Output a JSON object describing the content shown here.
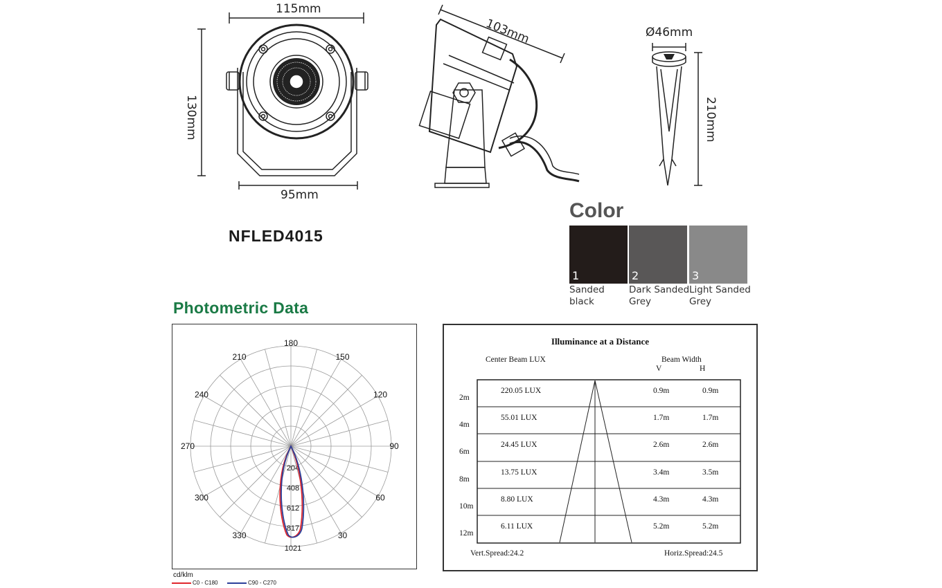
{
  "dimensions": {
    "front_width_top": "115mm",
    "front_height": "130mm",
    "front_width_bottom": "95mm",
    "side_length": "103mm",
    "spike_diameter": "Ø46mm",
    "spike_height": "210mm"
  },
  "model": "NFLED4015",
  "color_section": {
    "title": "Color",
    "swatches": [
      {
        "num": "1",
        "line1": "Sanded",
        "line2": "black",
        "hex": "#231c1a"
      },
      {
        "num": "2",
        "line1": "Dark Sanded",
        "line2": "Grey",
        "hex": "#595757"
      },
      {
        "num": "3",
        "line1": "Light Sanded",
        "line2": "Grey",
        "hex": "#898989"
      }
    ]
  },
  "photometric": {
    "title": "Photometric Data",
    "angle_labels": [
      "180",
      "150",
      "120",
      "90",
      "60",
      "30",
      "330",
      "300",
      "270",
      "240",
      "210"
    ],
    "radial_labels": [
      "204",
      "408",
      "612",
      "817",
      "1021"
    ],
    "unit": "cd/klm",
    "legend": [
      {
        "label": "C0 - C180",
        "color": "#e0262c"
      },
      {
        "label": "C90 - C270",
        "color": "#2b3f99"
      }
    ]
  },
  "illuminance": {
    "title": "Illuminance at a Distance",
    "center_beam_header": "Center Beam LUX",
    "beam_width_header": "Beam Width",
    "v_header": "V",
    "h_header": "H",
    "rows": [
      {
        "distance": "2m",
        "lux": "220.05 LUX",
        "v": "0.9m",
        "h": "0.9m"
      },
      {
        "distance": "4m",
        "lux": "55.01 LUX",
        "v": "1.7m",
        "h": "1.7m"
      },
      {
        "distance": "6m",
        "lux": "24.45 LUX",
        "v": "2.6m",
        "h": "2.6m"
      },
      {
        "distance": "8m",
        "lux": "13.75 LUX",
        "v": "3.4m",
        "h": "3.5m"
      },
      {
        "distance": "10m",
        "lux": "8.80 LUX",
        "v": "4.3m",
        "h": "4.3m"
      },
      {
        "distance": "12m",
        "lux": "6.11 LUX",
        "v": "5.2m",
        "h": "5.2m"
      }
    ],
    "vert_spread": "Vert.Spread:24.2",
    "horiz_spread": "Horiz.Spread:24.5"
  }
}
